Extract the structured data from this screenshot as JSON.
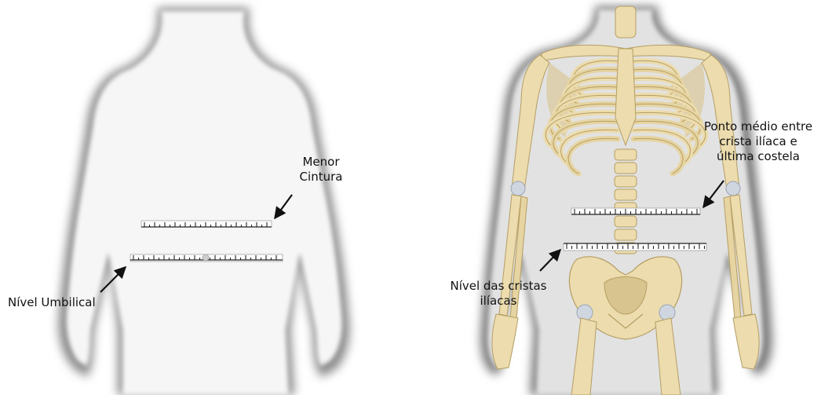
{
  "left_panel": {
    "label_waist": "Menor\nCintura",
    "label_navel": "Nível Umbilical"
  },
  "right_panel": {
    "label_midpoint": "Ponto médio entre\ncrista ilíaca e\núltima costela",
    "label_iliac": "Nível das cristas\nilíacas"
  },
  "colors": {
    "silhouette_fill": "#f6f6f6",
    "silhouette_shadow": "#8a8a8a",
    "bone": "#ecdcae",
    "bone_stroke": "#b59e63",
    "tape": "#ffffff",
    "tape_tick": "#222222"
  }
}
